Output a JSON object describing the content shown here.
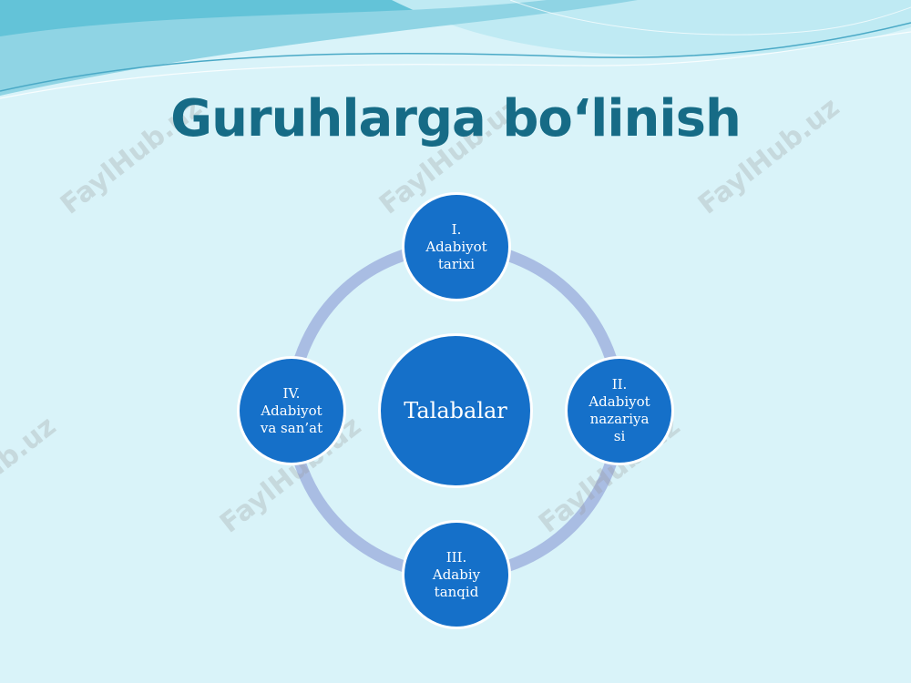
{
  "slide": {
    "title": "Guruhlarga bo‘linish",
    "watermark": "FaylHub.uz"
  },
  "colors": {
    "background": "#d9f3f9",
    "title": "#166b86",
    "node_fill": "#1570c9",
    "ring": "#a9bde3",
    "wave_dark": "#5bc0d6",
    "wave_light": "#a6e2ee"
  },
  "diagram": {
    "center": "Talabalar",
    "nodes": [
      {
        "lines": [
          "I.",
          "Adabiyot",
          "tarixi"
        ]
      },
      {
        "lines": [
          "II.",
          "Adabiyot",
          "nazariya",
          "si"
        ]
      },
      {
        "lines": [
          "III.",
          "Adabiy",
          "tanqid"
        ]
      },
      {
        "lines": [
          "IV.",
          "Adabiyot",
          "va san’at"
        ]
      }
    ]
  }
}
